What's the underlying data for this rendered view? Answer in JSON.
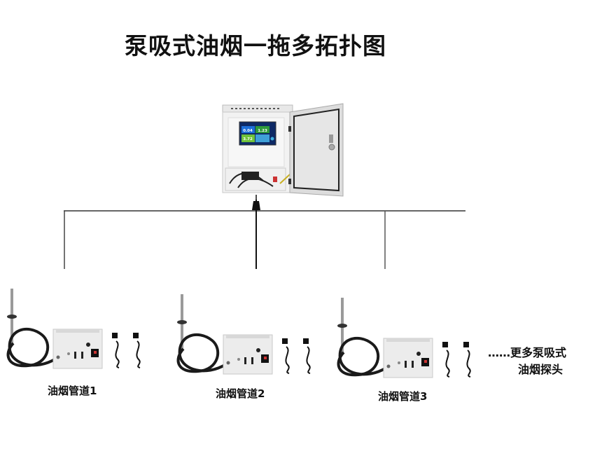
{
  "title": "泵吸式油烟一拖多拓扑图",
  "controller": {
    "name": "control-cabinet",
    "screen": {
      "values": [
        "0.04",
        "1.23",
        "3.72"
      ],
      "colors": [
        "#1e6fd9",
        "#2e9a3a",
        "#6fc23a"
      ]
    }
  },
  "nodes": [
    {
      "label": "油烟管道1"
    },
    {
      "label": "油烟管道2"
    },
    {
      "label": "油烟管道3"
    }
  ],
  "more": {
    "dots": "……",
    "line1": "更多泵吸式",
    "line2": "油烟探头"
  }
}
